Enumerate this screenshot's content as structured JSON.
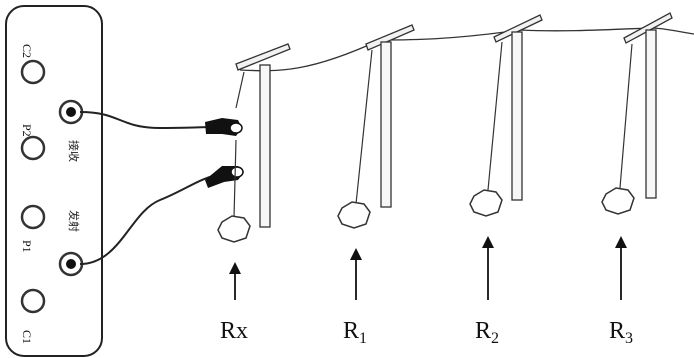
{
  "instrument": {
    "terminals": [
      "C2",
      "P2",
      "P1",
      "C1"
    ],
    "clamp_labels": {
      "receive": "接收",
      "transmit": "发射"
    }
  },
  "resistances": [
    {
      "letter": "R",
      "sub": "x"
    },
    {
      "letter": "R",
      "sub": "1"
    },
    {
      "letter": "R",
      "sub": "2"
    },
    {
      "letter": "R",
      "sub": "3"
    }
  ]
}
